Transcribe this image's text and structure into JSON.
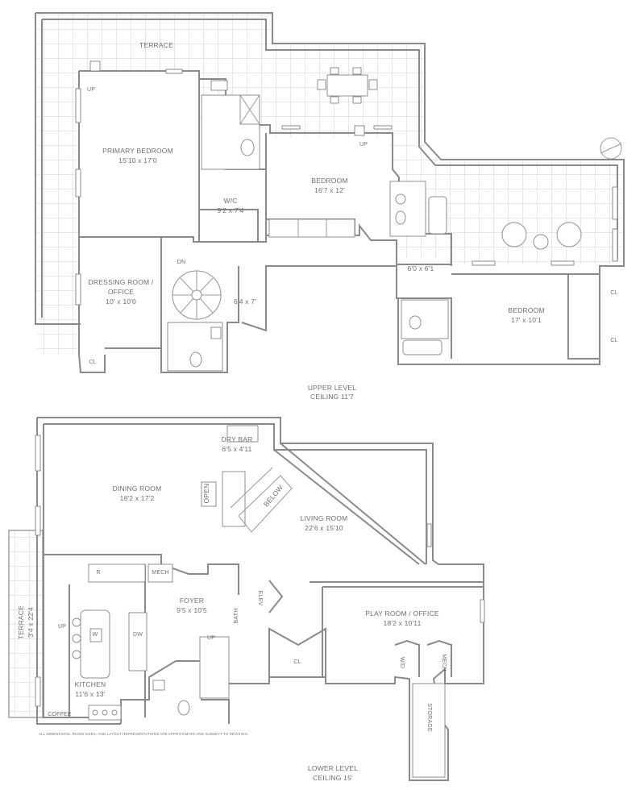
{
  "upper_level": {
    "rooms": {
      "terrace": "TERRACE",
      "primary_bedroom": "PRIMARY BEDROOM",
      "primary_bedroom_size": "15'10 x 17'0",
      "bedroom_center": "BEDROOM",
      "bedroom_center_size": "16'7 x 12'",
      "wic": "W/C",
      "wic_size": "9'2 x 7'4",
      "dressing_room": "DRESSING ROOM /",
      "dressing_room_2": "OFFICE",
      "dressing_room_size": "10' x 10'0",
      "hall_size": "6'4 x 7'",
      "bedroom_right": "BEDROOM",
      "bedroom_right_size": "17' x 10'1",
      "alcove_size": "6'0 x 6'1",
      "cl": "CL",
      "dn": "DN",
      "up": "UP"
    },
    "level_title": "UPPER LEVEL",
    "ceiling": "CEILING 11'7"
  },
  "lower_level": {
    "rooms": {
      "dry_bar": "DRY BAR",
      "dry_bar_size": "6'5 x 4'11",
      "dining_room": "DINING ROOM",
      "dining_room_size": "18'2 x 17'2",
      "living_room": "LIVING ROOM",
      "living_room_size": "22'6 x 15'10",
      "foyer": "FOYER",
      "foyer_size": "9'5 x 10'5",
      "play_room": "PLAY ROOM / OFFICE",
      "play_room_size": "18'2 x 10'11",
      "kitchen": "KITCHEN",
      "kitchen_size": "11'6 x 13'",
      "terrace": "TERRACE",
      "terrace_size": "3'4 x 22'4",
      "storage": "STORAGE",
      "mech": "MECH",
      "w": "W",
      "dw": "DW",
      "r": "R",
      "wd": "W/D",
      "coffee": "COFFEE",
      "cl": "CL",
      "up": "UP",
      "elev": "ELEV",
      "bath": "BATH",
      "open_to": "OPEN",
      "below": "BELOW"
    },
    "level_title": "LOWER LEVEL",
    "ceiling": "CEILING 15'"
  },
  "disclaimer": "ALL DIMENSIONS, ROOM SIZES, AND LAYOUT REPRESENTATIONS ARE APPROXIMATE AND SUBJECT TO REVISION.",
  "colors": {
    "wall": "#8a8a8a",
    "grid": "#bdbdbd",
    "text": "#6e6e6e"
  }
}
